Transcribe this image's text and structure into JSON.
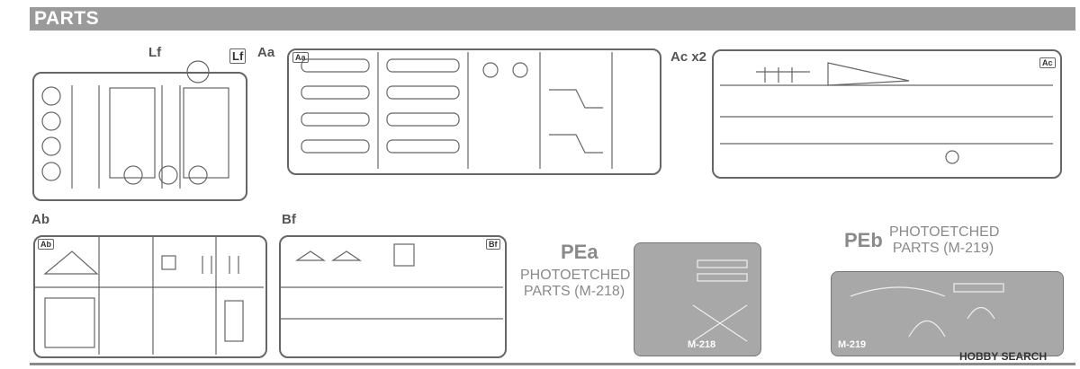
{
  "header": {
    "title": "PARTS"
  },
  "sprues": {
    "lf": {
      "label": "Lf",
      "tag": "Lf"
    },
    "aa": {
      "label": "Aa",
      "tag": "Aa"
    },
    "ac": {
      "label": "Ac x2",
      "tag": "Ac"
    },
    "ab": {
      "label": "Ab",
      "tag": "Ab"
    },
    "bf": {
      "label": "Bf",
      "tag": "Bf"
    }
  },
  "photoetched": {
    "pea": {
      "tag": "PEa",
      "line1": "PHOTOETCHED",
      "line2": "PARTS (M-218)",
      "code": "M-218"
    },
    "peb": {
      "tag": "PEb",
      "line1": "PHOTOETCHED",
      "line2": "PARTS (M-219)",
      "code": "M-219"
    }
  },
  "watermark": {
    "text": "HOBBY SEARCH"
  },
  "colors": {
    "header": "#9a9a9a",
    "plate": "#a8a8a8",
    "line": "#666666"
  }
}
